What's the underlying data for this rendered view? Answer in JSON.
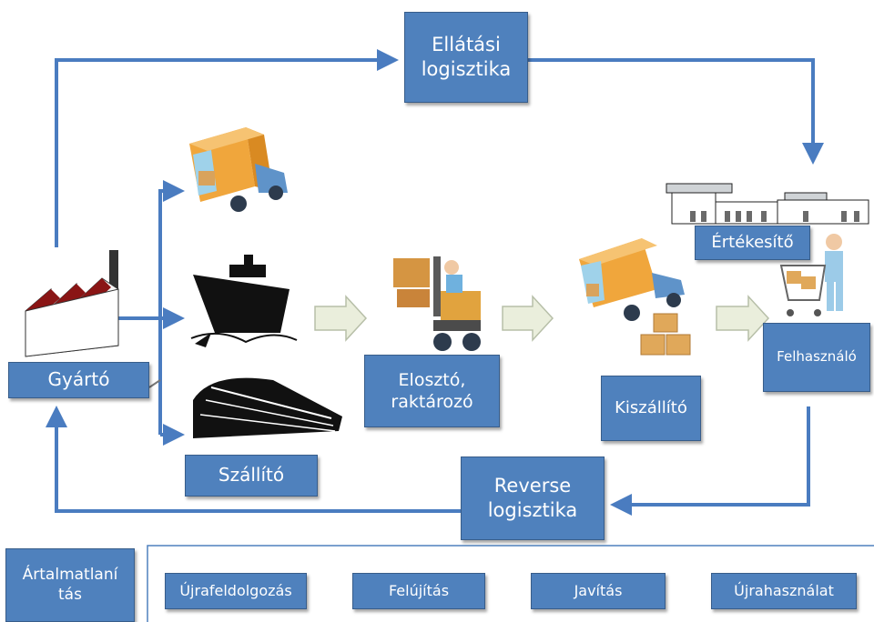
{
  "boxes": {
    "supply": "Ellátási\nlogisztika",
    "manufacturer": "Gyártó",
    "carrier": "Szállító",
    "distributor": "Elosztó,\nraktározó",
    "deliverer": "Kiszállító",
    "seller": "Értékesítő",
    "user": "Felhasználó",
    "reverse": "Reverse\nlogisztika",
    "disposal": "Ártalmatlaní\ntás"
  },
  "options": [
    "Újrafeldolgozás",
    "Felújítás",
    "Javítás",
    "Újrahasználat"
  ],
  "colors": {
    "box_fill": "#4f81bd",
    "box_border": "#385d8a",
    "box_text": "#ffffff",
    "arrow": "#4a7cc0",
    "block_arrow_fill": "#eaeedc",
    "block_arrow_stroke": "#b7bfa8"
  },
  "icons": [
    "truck-icon",
    "ship-icon",
    "train-icon",
    "factory-icon",
    "forklift-icon",
    "delivery-truck-icon",
    "store-icon",
    "shopper-icon"
  ]
}
